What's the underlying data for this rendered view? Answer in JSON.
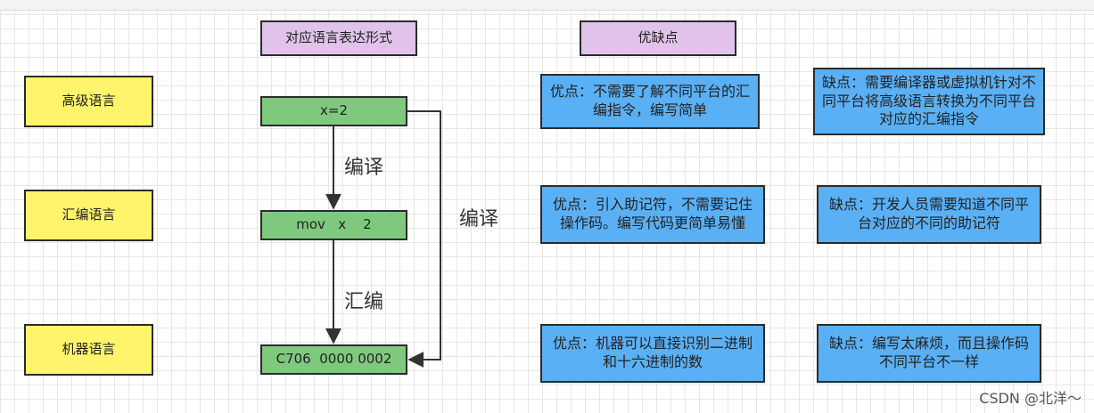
{
  "headers": {
    "forms": "对应语言表达形式",
    "proscons": "优缺点"
  },
  "levels": [
    "高级语言",
    "汇编语言",
    "机器语言"
  ],
  "code": [
    "x=2",
    "mov   x    2",
    "C706  0000 0002"
  ],
  "arrow_labels": {
    "compile_down": "编译",
    "assemble": "汇编",
    "compile_right": "编译"
  },
  "pros": [
    "优点：不需要了解不同平台的汇编指令，编写简单",
    "优点：引入助记符，不需要记住操作码。编写代码更简单易懂",
    "优点：机器可以直接识别二进制和十六进制的数"
  ],
  "cons": [
    "缺点：需要编译器或虚拟机针对不同平台将高级语言转换为不同平台对应的汇编指令",
    "缺点：开发人员需要知道不同平台对应的不同的助记符",
    "缺点：编写太麻烦，而且操作码不同平台不一样"
  ],
  "watermark": "CSDN @北洋～"
}
